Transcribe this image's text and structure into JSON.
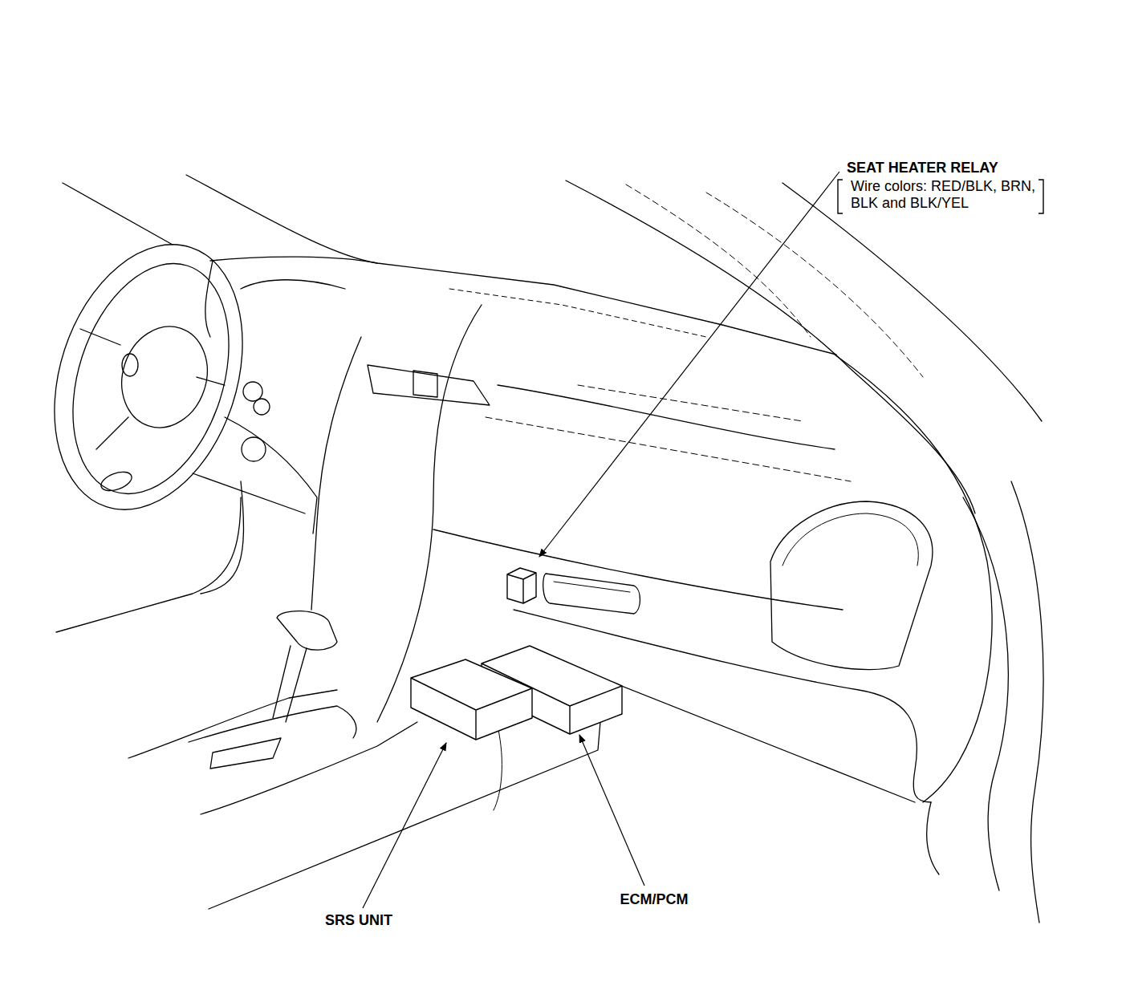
{
  "diagram": {
    "labels": [
      "SEAT HEATER RELAY",
      "Wire colors: RED/BLK, BRN, BLK and BLK/YEL",
      "SRS UNIT",
      "ECM/PCM"
    ]
  }
}
